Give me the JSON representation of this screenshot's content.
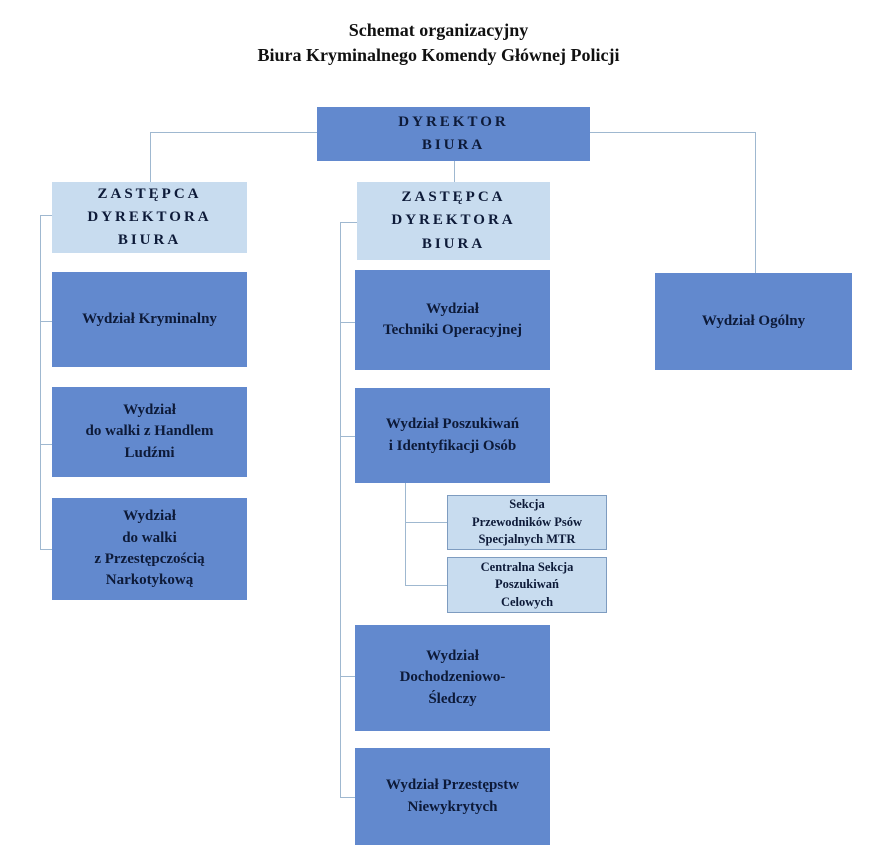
{
  "title": {
    "line1": "Schemat organizacyjny",
    "line2": "Biura Kryminalnego Komendy Głównej Policji"
  },
  "nodes": {
    "dyrektor": {
      "label": "DYREKTOR\nBIURA"
    },
    "zastepca_left": {
      "label": "ZASTĘPCA\nDYREKTORA\nBIURA"
    },
    "zastepca_middle": {
      "label": "ZASTĘPCA\nDYREKTORA\nBIURA"
    },
    "wydzial_kryminalny": {
      "label": "Wydział Kryminalny"
    },
    "wydzial_handel_ludzmi": {
      "label": "Wydział\ndo walki z Handlem\nLudźmi"
    },
    "wydzial_narkotykowa": {
      "label": "Wydział\ndo walki\nz Przestępczością\nNarkotykową"
    },
    "wydzial_techniki": {
      "label": "Wydział\nTechniki Operacyjnej"
    },
    "wydzial_poszukiwan": {
      "label": "Wydział Poszukiwań\ni Identyfikacji Osób"
    },
    "sekcja_psow": {
      "label": "Sekcja\nPrzewodników Psów\nSpecjalnych MTR"
    },
    "sekcja_celowych": {
      "label": "Centralna Sekcja\nPoszukiwań\nCelowych"
    },
    "wydzial_dochodzeniowo": {
      "label": "Wydział\nDochodzeniowo-\nŚledczy"
    },
    "wydzial_przestepstw": {
      "label": "Wydział Przestępstw\nNiewykrytych"
    },
    "wydzial_ogolny": {
      "label": "Wydział Ogólny"
    }
  },
  "colors": {
    "box_primary": "#6289ce",
    "box_secondary": "#c8dcef",
    "text": "#0d1a38",
    "connector": "#9fb8d0",
    "sekcja_border": "#7e9cc0"
  }
}
